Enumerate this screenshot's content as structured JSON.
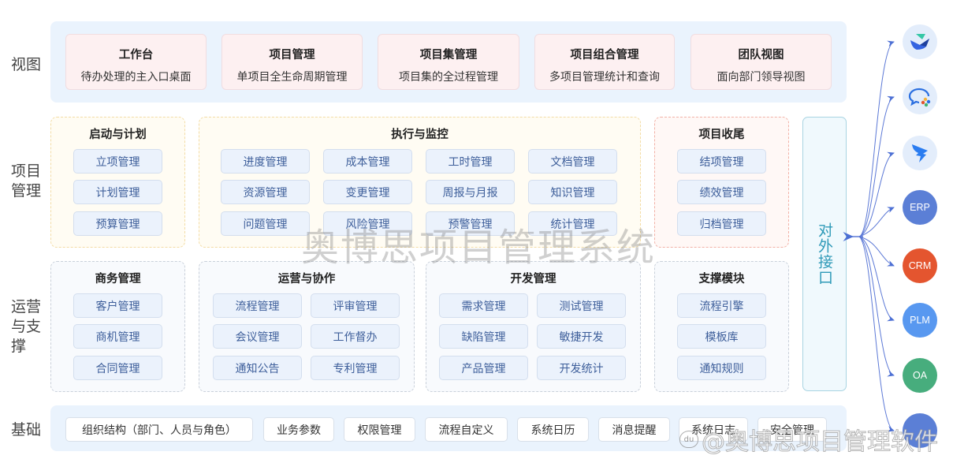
{
  "title": "奥博思项目管理系统",
  "rows": {
    "view": "视图",
    "project_mgmt": "项目管理",
    "ops_support": "运营与支撑",
    "foundation": "基础"
  },
  "views": [
    {
      "title": "工作台",
      "desc": "待办处理的主入口桌面"
    },
    {
      "title": "项目管理",
      "desc": "单项目全生命周期管理"
    },
    {
      "title": "项目集管理",
      "desc": "项目集的全过程管理"
    },
    {
      "title": "项目组合管理",
      "desc": "多项目管理统计和查询"
    },
    {
      "title": "团队视图",
      "desc": "面向部门领导视图"
    }
  ],
  "project_groups": {
    "initiation": {
      "title": "启动与计划",
      "items": [
        "立项管理",
        "计划管理",
        "预算管理"
      ]
    },
    "execution": {
      "title": "执行与监控",
      "items": [
        "进度管理",
        "成本管理",
        "工时管理",
        "文档管理",
        "资源管理",
        "变更管理",
        "周报与月报",
        "知识管理",
        "问题管理",
        "风险管理",
        "预警管理",
        "统计管理"
      ]
    },
    "closing": {
      "title": "项目收尾",
      "items": [
        "结项管理",
        "绩效管理",
        "归档管理"
      ]
    }
  },
  "ops_groups": {
    "business": {
      "title": "商务管理",
      "items": [
        "客户管理",
        "商机管理",
        "合同管理"
      ]
    },
    "operations": {
      "title": "运营与协作",
      "items": [
        "流程管理",
        "评审管理",
        "会议管理",
        "工作督办",
        "通知公告",
        "专利管理"
      ]
    },
    "development": {
      "title": "开发管理",
      "items": [
        "需求管理",
        "测试管理",
        "缺陷管理",
        "敏捷开发",
        "产品管理",
        "开发统计"
      ]
    },
    "support": {
      "title": "支撑模块",
      "items": [
        "流程引擎",
        "模板库",
        "通知规则"
      ]
    }
  },
  "interface": {
    "label": "对外接口"
  },
  "foundation_items": [
    "组织结构（部门、人员与角色）",
    "业务参数",
    "权限管理",
    "流程自定义",
    "系统日历",
    "消息提醒",
    "系统日志",
    "安全管理"
  ],
  "external_systems": [
    {
      "name": "lark-icon",
      "label": "",
      "color": "#e3edfb"
    },
    {
      "name": "wecom-icon",
      "label": "",
      "color": "#e3edfb"
    },
    {
      "name": "dingtalk-icon",
      "label": "",
      "color": "#e3edfb"
    },
    {
      "name": "erp",
      "label": "ERP",
      "color": "#5b7fd6"
    },
    {
      "name": "crm",
      "label": "CRM",
      "color": "#e4552f"
    },
    {
      "name": "plm",
      "label": "PLM",
      "color": "#5898f0"
    },
    {
      "name": "oa",
      "label": "OA",
      "color": "#47ad7d"
    },
    {
      "name": "other",
      "label": "",
      "color": "#5b7fd6"
    }
  ],
  "watermarks": {
    "main": "奥博思项目管理系统",
    "corner": "@奥博思项目管理软件",
    "corner_logo": "du"
  }
}
